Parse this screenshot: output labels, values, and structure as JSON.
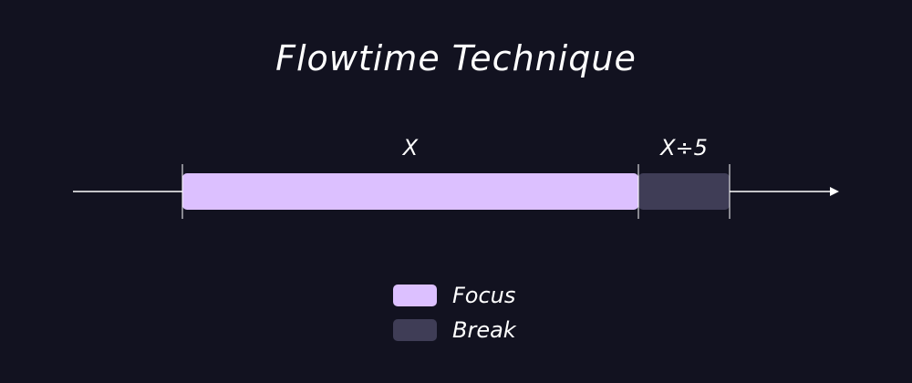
{
  "diagram": {
    "title": "Flowtime Technique",
    "segments": [
      {
        "label": "X",
        "color": "#dcc0ff",
        "share": 5
      },
      {
        "label": "X÷5",
        "color": "#3f3d56",
        "share": 1
      }
    ],
    "axis_color": "#ffffff",
    "legend": [
      {
        "label": "Focus",
        "color": "#dcc0ff"
      },
      {
        "label": "Break",
        "color": "#3f3d56"
      }
    ]
  }
}
